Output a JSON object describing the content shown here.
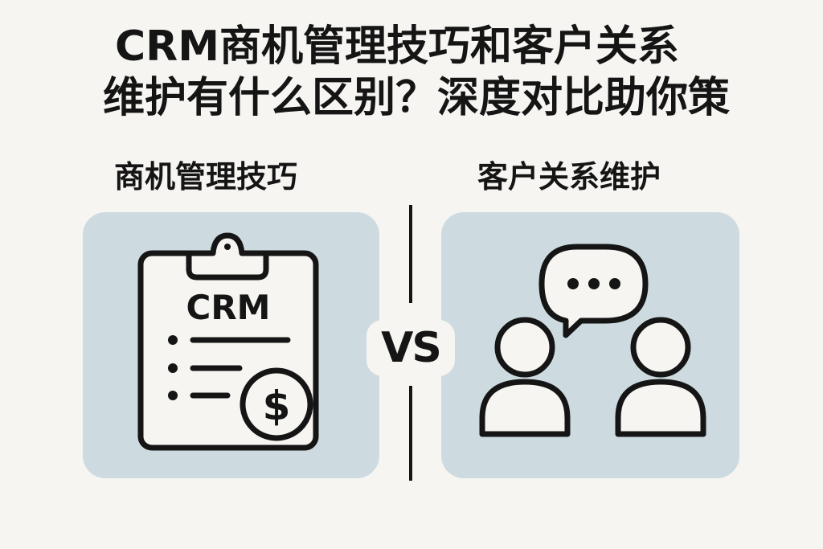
{
  "title": {
    "line1": "CRM商机管理技巧和客户关系",
    "line2": "维护有什么区别？深度对比助你策"
  },
  "left": {
    "heading": "商机管理技巧",
    "icon": "clipboard-crm-dollar-icon",
    "clipboard_text": "CRM",
    "dollar_symbol": "$"
  },
  "right": {
    "heading": "客户关系维护",
    "icon": "two-people-chat-icon"
  },
  "vs_label": "VS",
  "colors": {
    "background": "#f6f5f1",
    "panel": "#cddbe0",
    "ink": "#151515",
    "icon_fill": "#f6f5f1"
  }
}
